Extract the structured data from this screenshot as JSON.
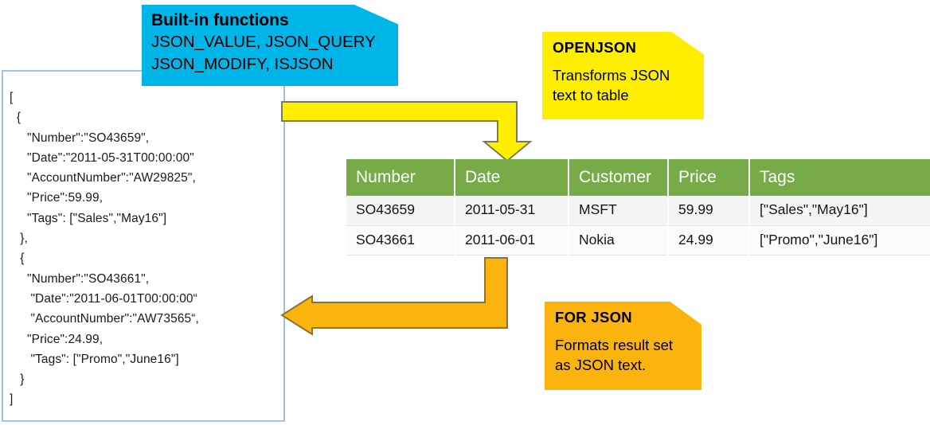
{
  "json_panel": {
    "name": "json-document",
    "code": "[\n  {\n     \"Number\":\"SO43659\",\n     \"Date\":\"2011-05-31T00:00:00\"\n     \"AccountNumber\":\"AW29825\",\n     \"Price\":59.99,\n     \"Tags\": [\"Sales\",\"May16\"]\n   },\n   {\n     \"Number\":\"SO43661\",\n      \"Date\":\"2011-06-01T00:00:00“\n      \"AccountNumber\":\"AW73565“,\n     \"Price\":24.99,\n      \"Tags\": [\"Promo\",\"June16\"]\n   }\n]"
  },
  "callouts": {
    "builtin": {
      "title": "Built-in functions",
      "body": "JSON_VALUE, JSON_QUERY\nJSON_MODIFY, ISJSON",
      "color": "#00b5e8"
    },
    "openjson": {
      "title": "OPENJSON",
      "body": "Transforms JSON\ntext to table",
      "color": "#ffee00"
    },
    "forjson": {
      "title": "FOR JSON",
      "body": "Formats result set\nas JSON text.",
      "color": "#fbb40d"
    }
  },
  "arrows": {
    "openjson_arrow": {
      "label": "openjson-arrow",
      "direction": "right-then-down",
      "fill": "#ffee00",
      "stroke": "#7f7f4f"
    },
    "forjson_arrow": {
      "label": "forjson-arrow",
      "direction": "down-then-left",
      "fill": "#fbb40d",
      "stroke": "#8a7330"
    }
  },
  "table": {
    "header_color": "#76ab48",
    "columns": [
      "Number",
      "Date",
      "Customer",
      "Price",
      "Tags"
    ],
    "rows": [
      [
        "SO43659",
        "2011-05-31",
        "MSFT",
        "59.99",
        "[\"Sales\",\"May16\"]"
      ],
      [
        "SO43661",
        "2011-06-01",
        "Nokia",
        "24.99",
        "[\"Promo\",\"June16\"]"
      ]
    ]
  }
}
